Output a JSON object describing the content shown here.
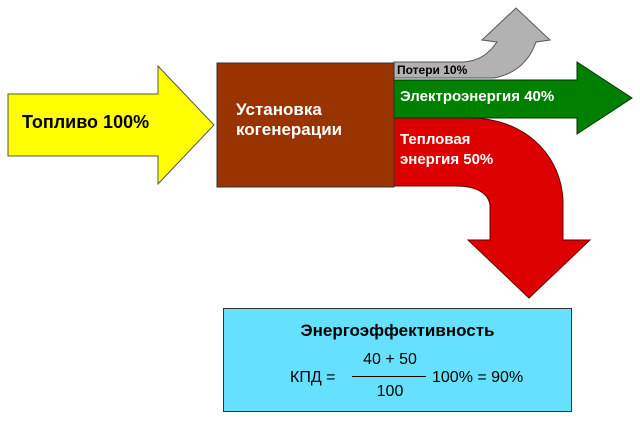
{
  "diagram": {
    "fuel": {
      "label": "Топливо 100%",
      "color": "#ffff00"
    },
    "unit": {
      "line1": "Установка",
      "line2": "когенерации",
      "color": "#993300"
    },
    "losses": {
      "label": "Потери  10%",
      "color": "#b2b2b2"
    },
    "electricity": {
      "label": "Электроэнергия  40%",
      "color": "#008000"
    },
    "heat": {
      "line1": "Тепловая",
      "line2": "энергия  50%",
      "color": "#dd0000"
    }
  },
  "efficiency": {
    "title": "Энергоэффективность",
    "lhs": "КПД =",
    "numerator": "40 + 50",
    "denominator": "100",
    "rhs": "100% = 90%",
    "box_color": "#66e0ff"
  }
}
